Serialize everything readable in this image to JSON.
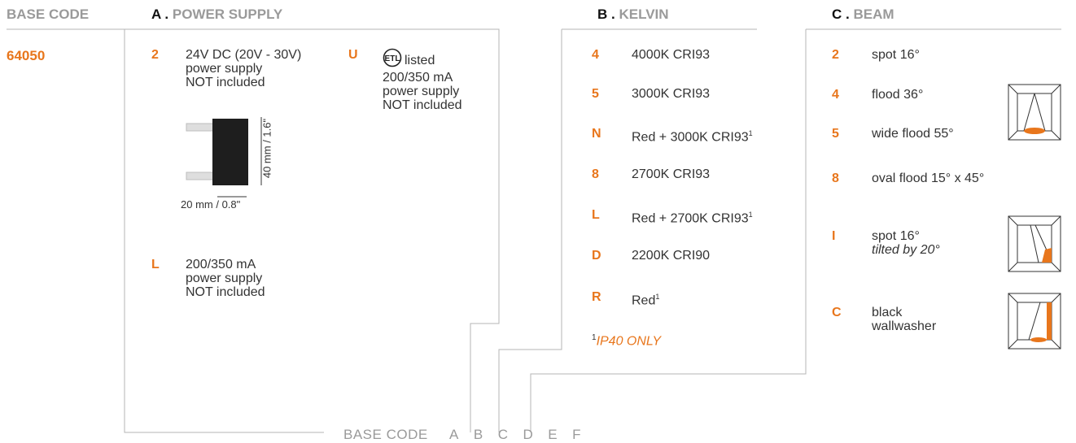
{
  "headers": {
    "base_code": "BASE CODE",
    "a_letter": "A",
    "a_label": "POWER SUPPLY",
    "b_letter": "B",
    "b_label": "KELVIN",
    "c_letter": "C",
    "c_label": "BEAM",
    "dot": "."
  },
  "base": {
    "code": "64050"
  },
  "power_supply": {
    "options": [
      {
        "code": "2",
        "lines": [
          "24V DC (20V - 30V)",
          "power supply",
          "NOT included"
        ]
      },
      {
        "code": "U",
        "mark": "ETL",
        "lines": [
          "listed",
          "200/350 mA",
          "power supply",
          "NOT included"
        ]
      },
      {
        "code": "L",
        "lines": [
          "200/350 mA",
          "power supply",
          "NOT included"
        ]
      }
    ],
    "dim_height": "40 mm / 1.6\"",
    "dim_width": "20 mm / 0.8\""
  },
  "kelvin": {
    "options": [
      {
        "code": "4",
        "label": "4000K CRI93",
        "sup": ""
      },
      {
        "code": "5",
        "label": "3000K CRI93",
        "sup": ""
      },
      {
        "code": "N",
        "label": "Red + 3000K CRI93",
        "sup": "1"
      },
      {
        "code": "8",
        "label": "2700K CRI93",
        "sup": ""
      },
      {
        "code": "L",
        "label": "Red + 2700K CRI93",
        "sup": "1"
      },
      {
        "code": "D",
        "label": "2200K CRI90",
        "sup": ""
      },
      {
        "code": "R",
        "label": "Red",
        "sup": "1"
      }
    ],
    "footnote_mark": "1",
    "footnote": "IP40 ONLY"
  },
  "beam": {
    "options": [
      {
        "code": "2",
        "lines": [
          "spot 16°"
        ]
      },
      {
        "code": "4",
        "lines": [
          "flood 36°"
        ]
      },
      {
        "code": "5",
        "lines": [
          "wide flood 55°"
        ]
      },
      {
        "code": "8",
        "lines": [
          "oval flood 15° x 45°"
        ]
      },
      {
        "code": "I",
        "lines": [
          "spot 16°",
          "tilted by 20°"
        ]
      },
      {
        "code": "C",
        "lines": [
          "black",
          "wallwasher"
        ]
      }
    ]
  },
  "footer": {
    "label": "BASE CODE",
    "letters": [
      "A",
      "B",
      "C",
      "D",
      "E",
      "F"
    ]
  },
  "colors": {
    "accent": "#e8761c",
    "muted": "#9a9a9a",
    "line": "#b5b5b5"
  }
}
